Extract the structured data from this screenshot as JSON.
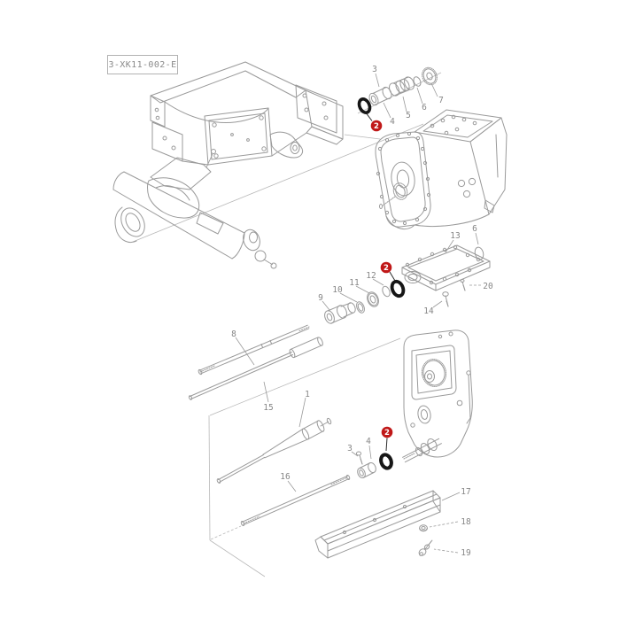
{
  "drawing_code": "3-XK11-002-E",
  "colors": {
    "line_art": "#9a9a9a",
    "construction_line": "#b8b8b8",
    "o_ring": "#161616",
    "badge_fill": "#c01818",
    "badge_text": "#ffffff",
    "label_text": "#868686",
    "background": "#ffffff"
  },
  "badges": [
    {
      "text": "2",
      "meaning": "highlighted part 2 - o-ring (top group)"
    },
    {
      "text": "2",
      "meaning": "highlighted part 2 - o-ring (middle group)"
    },
    {
      "text": "2",
      "meaning": "highlighted part 2 - o-ring (bottom group)"
    }
  ],
  "labels": [
    {
      "text": "3"
    },
    {
      "text": "4"
    },
    {
      "text": "5"
    },
    {
      "text": "6"
    },
    {
      "text": "7"
    },
    {
      "text": "13"
    },
    {
      "text": "6"
    },
    {
      "text": "20"
    },
    {
      "text": "14"
    },
    {
      "text": "9"
    },
    {
      "text": "10"
    },
    {
      "text": "11"
    },
    {
      "text": "12"
    },
    {
      "text": "8"
    },
    {
      "text": "15"
    },
    {
      "text": "1"
    },
    {
      "text": "16"
    },
    {
      "text": "3"
    },
    {
      "text": "4"
    },
    {
      "text": "17"
    },
    {
      "text": "18"
    },
    {
      "text": "19"
    }
  ]
}
